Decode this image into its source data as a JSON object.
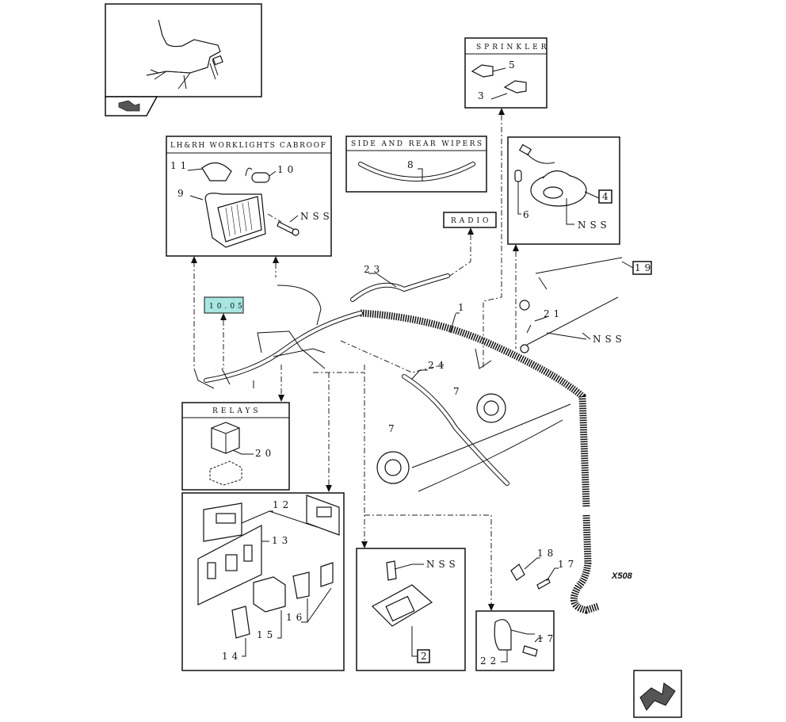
{
  "diagram": {
    "groups": {
      "worklights_title": "LH&RH WORKLIGHTS CABROOF",
      "wipers_title": "SIDE AND REAR WIPERS",
      "sprinkler_title": "SPRINKLER",
      "radio_title": "RADIO",
      "relays_title": "RELAYS",
      "reference": "10.05"
    },
    "callouts": {
      "c1": "1",
      "c2": "2",
      "c3": "3",
      "c4": "4",
      "c5": "5",
      "c6": "6",
      "c7a": "7",
      "c7b": "7",
      "c8": "8",
      "c9": "9",
      "c10": "10",
      "c11": "11",
      "c12": "12",
      "c13": "13",
      "c14": "14",
      "c15": "15",
      "c16": "16",
      "c17a": "17",
      "c17b": "17",
      "c18": "18",
      "c19": "19",
      "c20": "20",
      "c21": "21",
      "c22": "22",
      "c23": "23",
      "c24": "24",
      "nss_worklight": "NSS",
      "nss_horn": "NSS",
      "nss_antenna": "NSS",
      "nss_box2": "NSS",
      "connector": "X508"
    },
    "icons": {
      "thumbnail_nav": "arrow-back-icon",
      "next_nav": "arrow-forward-icon"
    },
    "colors": {
      "reference_highlight": "#a8e6e0",
      "line": "#111111"
    }
  }
}
